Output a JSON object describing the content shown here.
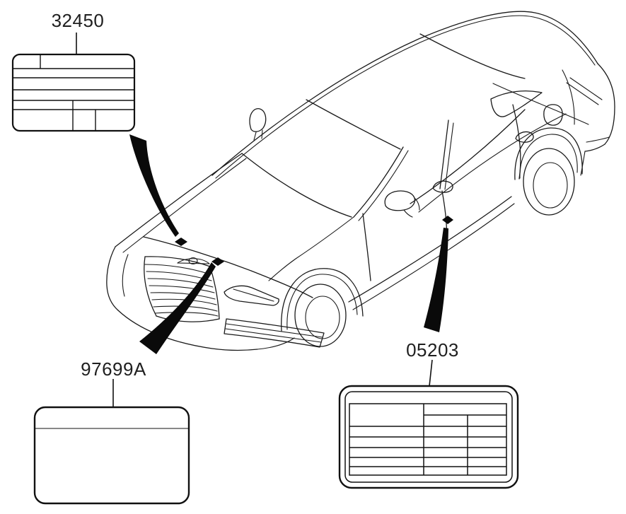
{
  "diagram": {
    "background_color": "#ffffff",
    "line_color": "#1a1a1a",
    "marker_color": "#0a0a0a",
    "subject": "sedan three-quarter front-left line illustration with part callout labels",
    "callouts": [
      {
        "part_number": "32450",
        "attaches_to": "hood-top-marker",
        "label_box": "rounded-grid-label"
      },
      {
        "part_number": "97699A",
        "attaches_to": "hood-front-edge-marker",
        "label_box": "rounded-label-with-top-rule"
      },
      {
        "part_number": "05203",
        "attaches_to": "door-b-pillar-marker",
        "label_box": "double-border-table-label"
      }
    ]
  }
}
